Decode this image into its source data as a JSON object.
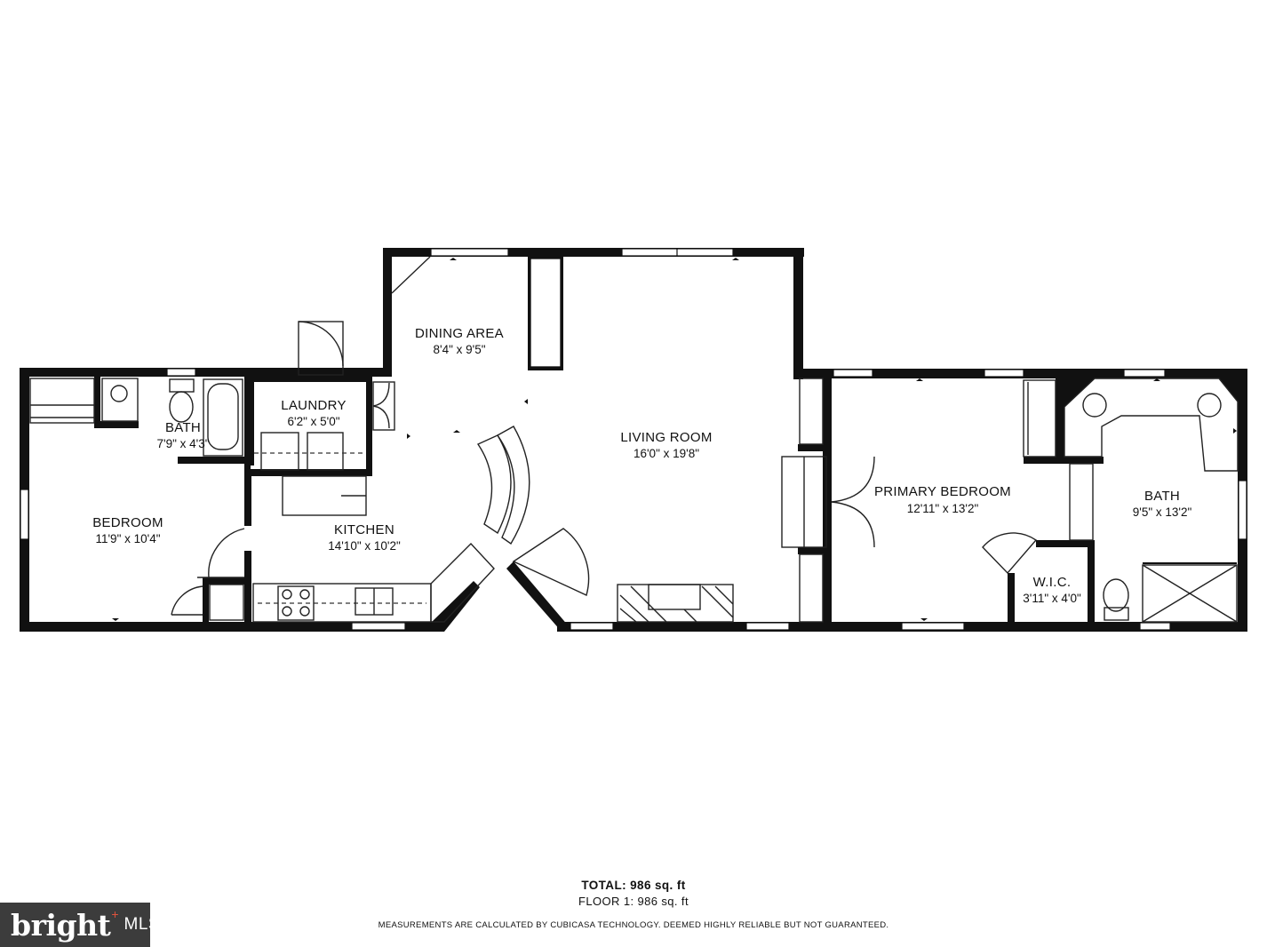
{
  "rooms": {
    "bedroom": {
      "name": "BEDROOM",
      "dims": "11'9\" x 10'4\""
    },
    "bath1": {
      "name": "BATH",
      "dims": "7'9\" x 4'3\""
    },
    "laundry": {
      "name": "LAUNDRY",
      "dims": "6'2\" x 5'0\""
    },
    "dining": {
      "name": "DINING AREA",
      "dims": "8'4\" x 9'5\""
    },
    "kitchen": {
      "name": "KITCHEN",
      "dims": "14'10\" x 10'2\""
    },
    "living": {
      "name": "LIVING ROOM",
      "dims": "16'0\" x 19'8\""
    },
    "primary": {
      "name": "PRIMARY BEDROOM",
      "dims": "12'11\" x 13'2\""
    },
    "wic": {
      "name": "W.I.C.",
      "dims": "3'11\" x 4'0\""
    },
    "bath2": {
      "name": "BATH",
      "dims": "9'5\" x 13'2\""
    }
  },
  "footer": {
    "total": "TOTAL: 986 sq. ft",
    "floor": "FLOOR 1: 986 sq. ft",
    "disclaimer": "MEASUREMENTS ARE CALCULATED BY CUBICASA TECHNOLOGY. DEEMED HIGHLY RELIABLE BUT NOT GUARANTEED."
  },
  "logo": {
    "brand": "bright",
    "mls": "MLS"
  },
  "colors": {
    "wall": "#111111",
    "logo_bg": "#3c3c3c",
    "logo_accent": "#e0533d"
  }
}
